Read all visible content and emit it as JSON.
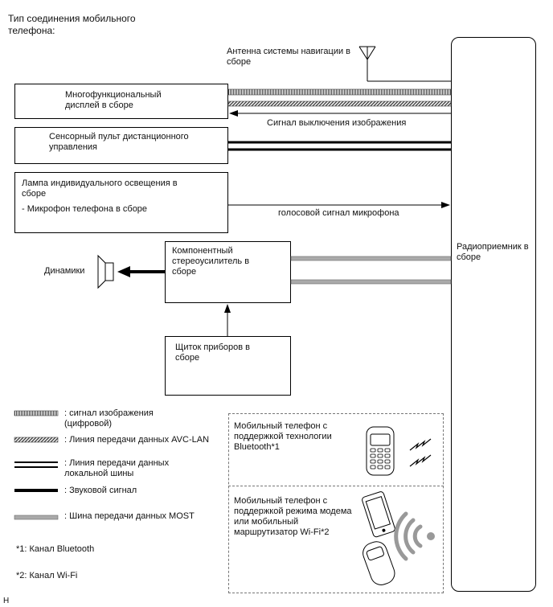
{
  "title_line1": "Тип соединения мобильного",
  "title_line2": "телефона:",
  "antenna_line1": "Антенна системы навигации в",
  "antenna_line2": "сборе",
  "display_line1": "Многофункциональный",
  "display_line2": "дисплей в сборе",
  "signal_off": "Сигнал выключения изображения",
  "touch_line1": "Сенсорный пульт дистанционного",
  "touch_line2": "управления",
  "lamp_line1": "Лампа индивидуального освещения в",
  "lamp_line2": "сборе",
  "lamp_sub": "- Микрофон телефона в сборе",
  "mic_signal": "голосовой сигнал микрофона",
  "amp_line1": "Компонентный",
  "amp_line2": "стереоусилитель в",
  "amp_line3": "сборе",
  "speakers": "Динамики",
  "radio_line1": "Радиоприемник в",
  "radio_line2": "сборе",
  "meter_line1": "Щиток приборов в",
  "meter_line2": "сборе",
  "legend": {
    "video_line1": ": сигнал изображения",
    "video_line2": "(цифровой)",
    "avc": ": Линия передачи данных AVC-LAN",
    "local_line1": ": Линия передачи данных",
    "local_line2": "локальной шины",
    "sound": ": Звуковой сигнал",
    "most": ": Шина передачи данных MOST"
  },
  "phone_bt_line1": "Мобильный телефон с",
  "phone_bt_line2": "поддержкой технологии",
  "phone_bt_line3": "Bluetooth*1",
  "phone_wifi_line1": "Мобильный телефон с",
  "phone_wifi_line2": "поддержкой режима модема",
  "phone_wifi_line3": "или мобильный",
  "phone_wifi_line4": "маршрутизатор Wi-Fi*2",
  "note1": "*1: Канал Bluetooth",
  "note2": "*2: Канал Wi-Fi",
  "corner": "H"
}
